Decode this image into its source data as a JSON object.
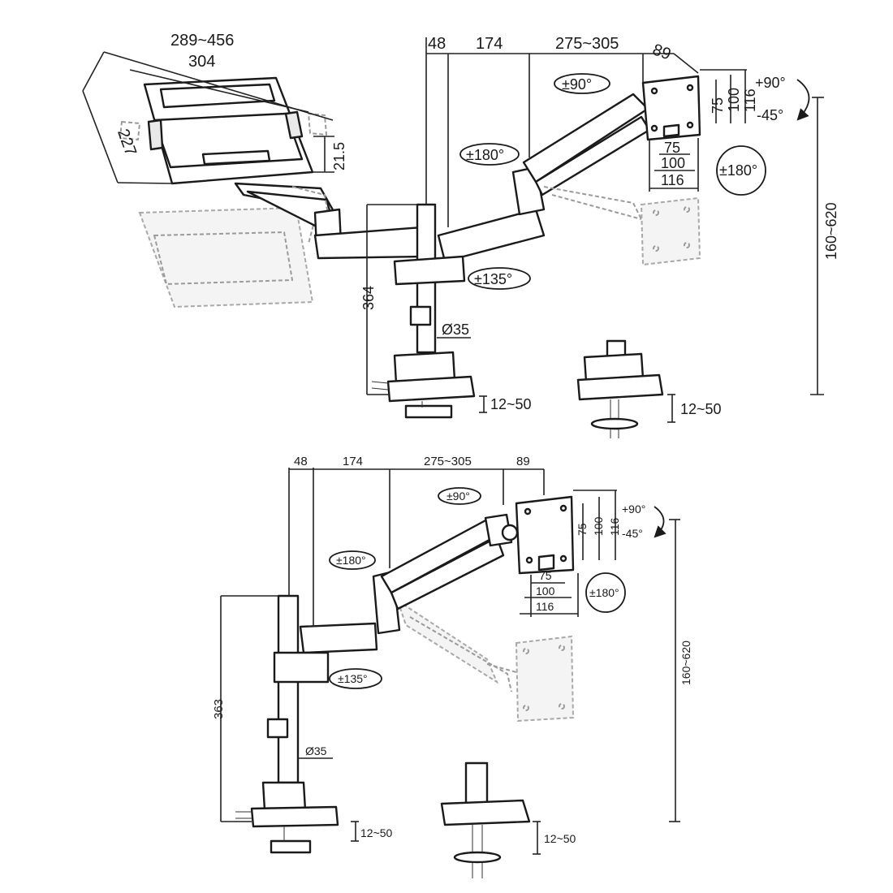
{
  "top_dims": {
    "tray_width_range": "289~456",
    "tray_width": "304",
    "tray_depth": "227",
    "tray_lip": "21.5",
    "pole_offset": "48",
    "arm1": "174",
    "arm2": "275~305",
    "plate_depth": "89",
    "vesa_h_75": "75",
    "vesa_h_100": "100",
    "vesa_h_116": "116",
    "vesa_w_75": "75",
    "vesa_w_100": "100",
    "vesa_w_116": "116",
    "tilt_up": "+90°",
    "tilt_down": "-45°",
    "swivel": "±90°",
    "arm_rot": "±180°",
    "plate_rot": "±180°",
    "base_rot": "±135°",
    "height_range": "160~620",
    "pole_height": "364",
    "pole_dia": "Ø35",
    "clamp_left": "12~50",
    "clamp_right": "12~50"
  },
  "bottom_dims": {
    "pole_offset": "48",
    "arm1": "174",
    "arm2": "275~305",
    "plate_depth": "89",
    "vesa_h_75": "75",
    "vesa_h_100": "100",
    "vesa_h_116": "116",
    "vesa_w_75": "75",
    "vesa_w_100": "100",
    "vesa_w_116": "116",
    "tilt_up": "+90°",
    "tilt_down": "-45°",
    "swivel": "±90°",
    "arm_rot": "±180°",
    "plate_rot": "±180°",
    "base_rot": "±135°",
    "height_range": "160~620",
    "pole_height": "363",
    "pole_dia": "Ø35",
    "clamp_left": "12~50",
    "clamp_right": "12~50"
  }
}
